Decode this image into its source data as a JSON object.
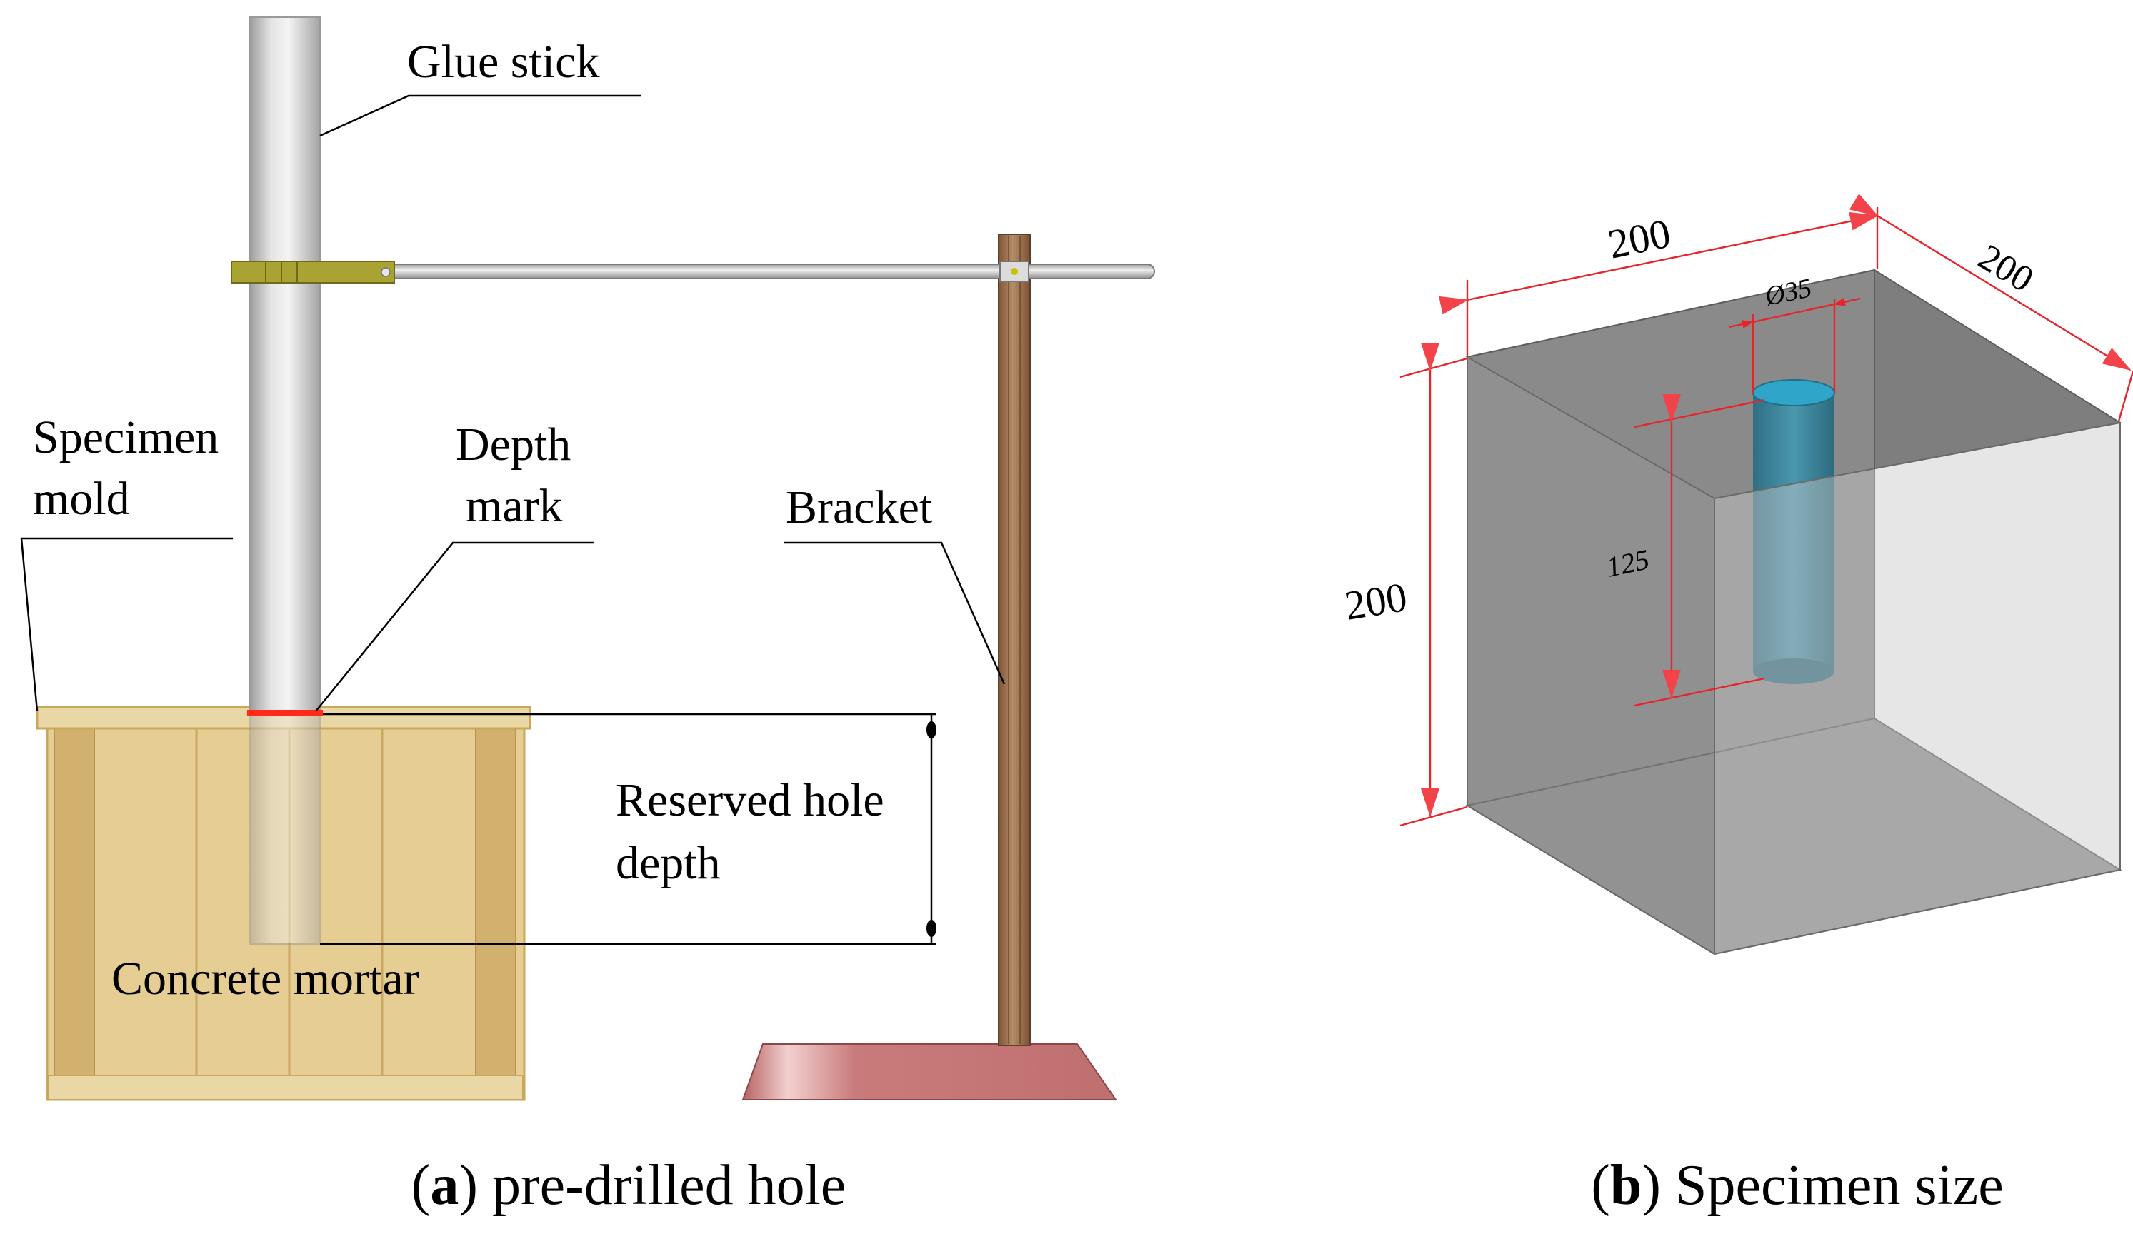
{
  "panel_a": {
    "labels": {
      "glue_stick": "Glue stick",
      "specimen_mold_1": "Specimen",
      "specimen_mold_2": "mold",
      "depth_mark_1": "Depth",
      "depth_mark_2": "mark",
      "bracket": "Bracket",
      "reserved_1": "Reserved hole",
      "reserved_2": "depth",
      "concrete": "Concrete mortar"
    },
    "caption": {
      "open": "(",
      "letter": "a",
      "rest": ") pre-drilled hole"
    }
  },
  "panel_b": {
    "dims": {
      "width": "200",
      "depth": "200",
      "height": "200",
      "diameter": "Ø35",
      "hole_depth": "125"
    },
    "caption": {
      "open": "(",
      "letter": "b",
      "rest": ") Specimen size"
    }
  },
  "colors": {
    "mold_fill": "#e5cd93",
    "mold_edge": "#c9a85c",
    "stick_gray": "#bdbdbd",
    "bracket_brown": "#9a7150",
    "base_red": "#c97b7b",
    "clamp_olive": "#a9a334",
    "depth_mark_red": "#ff2a1a",
    "dimension_red": "#e8232a",
    "cube_gray": "#8c8c8c",
    "hole_teal": "#3f8ea6"
  }
}
